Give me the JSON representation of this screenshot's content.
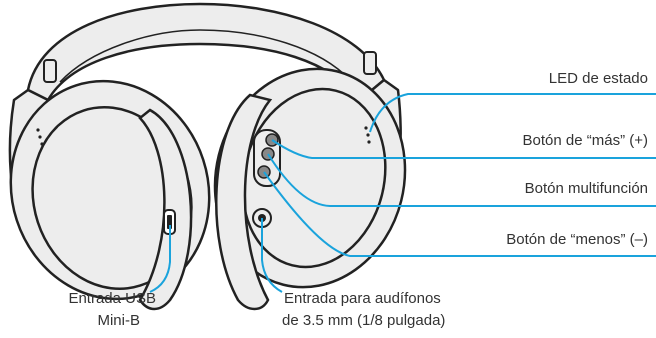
{
  "labels": {
    "led": "LED de estado",
    "plus": "Botón de “más” (+)",
    "multi": "Botón multifunción",
    "minus": "Botón de “menos” (–)",
    "usb_line1": "Entrada USB",
    "usb_line2": "Mini-B",
    "jack_line1": "Entrada para audífonos",
    "jack_line2": "de 3.5 mm (1/8 pulgada)"
  },
  "colors": {
    "callout": "#1aa3dc",
    "outline": "#222222",
    "fill": "#ededed",
    "text": "#333333"
  }
}
